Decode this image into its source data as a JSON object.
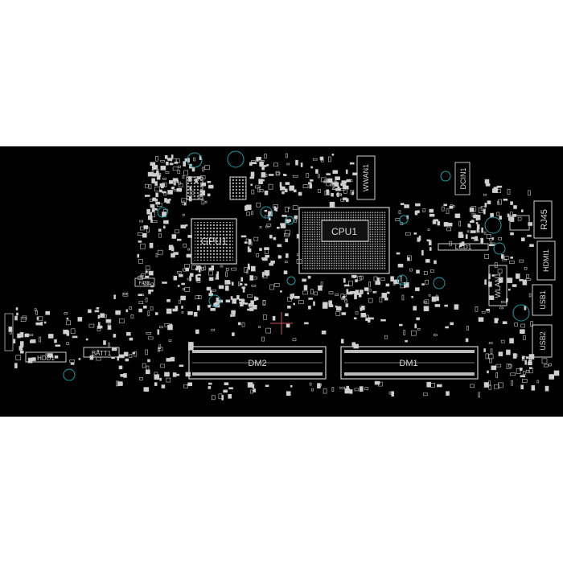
{
  "viewer": {
    "background": "#000000",
    "trace_color": "#d8d8d8",
    "hole_color": "#1aa0a8",
    "cursor_color": "#d0505a"
  },
  "components": {
    "gpu": "GPU1",
    "cpu": "CPU1",
    "dimm_a": "DM2",
    "dimm_b": "DM1",
    "wwan": "WWAN1",
    "dcin": "DCIN1",
    "rj45": "RJ45",
    "lcd": "LCD1",
    "hdmi": "HDMI1",
    "wlan": "WLAN1",
    "usb1": "USB1",
    "usb2": "USB2",
    "fan": "FAN1",
    "hdd": "HDD1",
    "battery": "BATT1"
  }
}
